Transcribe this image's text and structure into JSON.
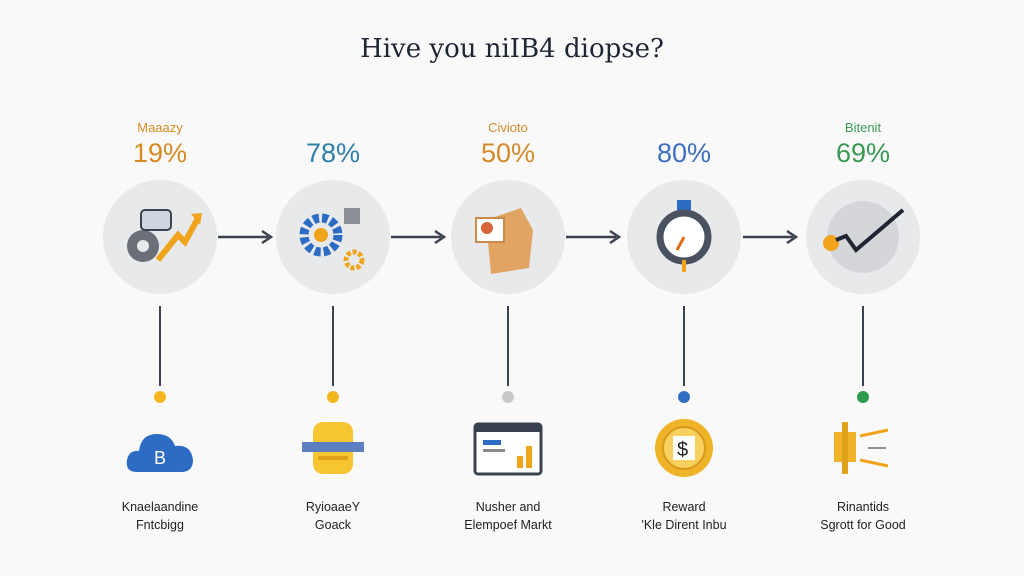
{
  "title": "Hive you niIB4 diopse?",
  "steps": [
    {
      "label": "Maaazy",
      "percent": "19%",
      "color": "#d98a1f",
      "dot": "#f2b71f",
      "caption1": "Knaelaandine",
      "caption2": "Fntcbigg"
    },
    {
      "label": "",
      "percent": "78%",
      "color": "#2f7fa8",
      "dot": "#f2b71f",
      "caption1": "RyioaaeY",
      "caption2": "Goack"
    },
    {
      "label": "Civioto",
      "percent": "50%",
      "color": "#d58a2a",
      "dot": "#c9c9c9",
      "caption1": "Nusher and",
      "caption2": "Elempoef Markt"
    },
    {
      "label": "",
      "percent": "80%",
      "color": "#3f6fc0",
      "dot": "#2f6fc4",
      "caption1": "Reward",
      "caption2": "'Kle Dirent Inbu"
    },
    {
      "label": "Bitenit",
      "percent": "69%",
      "color": "#3a9a55",
      "dot": "#2e9a4e",
      "caption1": "Rinantids",
      "caption2": "Sgrott for Good"
    }
  ]
}
